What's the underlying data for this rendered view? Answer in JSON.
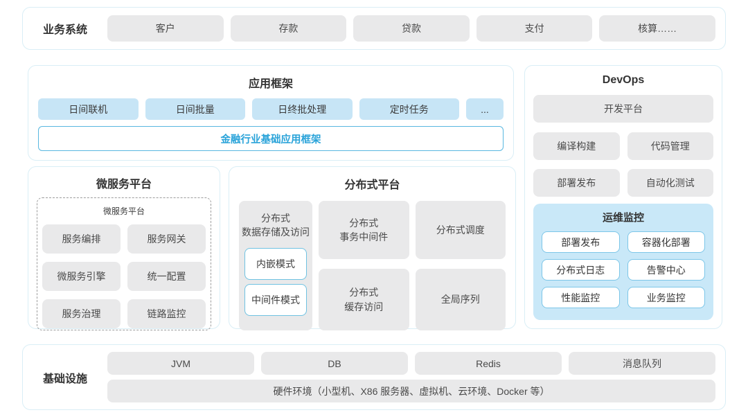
{
  "colors": {
    "box_border": "#d9eef6",
    "gray_block_bg": "#e9e9ea",
    "blue_block_bg": "#c7e5f6",
    "accent_blue_text": "#29a3d9",
    "accent_blue_border": "#58b7e0",
    "monitor_panel_bg": "#c9e8f8",
    "monitor_button_border": "#7cc6e8",
    "text_dark": "#3b3b3b"
  },
  "business_systems": {
    "label": "业务系统",
    "items": [
      "客户",
      "存款",
      "贷款",
      "支付",
      "核算……"
    ]
  },
  "app_framework": {
    "title": "应用框架",
    "modules": [
      "日间联机",
      "日间批量",
      "日终批处理",
      "定时任务",
      "..."
    ],
    "base_frame": "金融行业基础应用框架"
  },
  "devops": {
    "title": "DevOps",
    "dev_platform": "开发平台",
    "tools": [
      "编译构建",
      "代码管理",
      "部署发布",
      "自动化测试"
    ],
    "monitoring": {
      "title": "运维监控",
      "items": [
        "部署发布",
        "容器化部署",
        "分布式日志",
        "告警中心",
        "性能监控",
        "业务监控"
      ]
    }
  },
  "microservice_platform": {
    "title": "微服务平台",
    "inner_title": "微服务平台",
    "items": [
      "服务编排",
      "服务网关",
      "微服务引擎",
      "统一配置",
      "服务治理",
      "链路监控"
    ]
  },
  "distributed_platform": {
    "title": "分布式平台",
    "storage": {
      "title": "分布式\n数据存储及访问",
      "modes": [
        "内嵌模式",
        "中间件模式"
      ]
    },
    "blocks": {
      "transaction": "分布式\n事务中间件",
      "scheduling": "分布式调度",
      "cache": "分布式\n缓存访问",
      "sequence": "全局序列"
    }
  },
  "infrastructure": {
    "label": "基础设施",
    "items": [
      "JVM",
      "DB",
      "Redis",
      "消息队列"
    ],
    "hardware": "硬件环境（小型机、X86 服务器、虚拟机、云环境、Docker 等）"
  }
}
